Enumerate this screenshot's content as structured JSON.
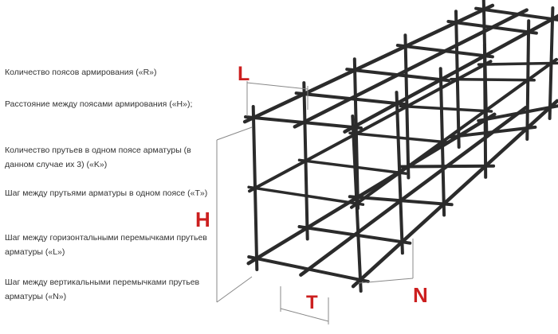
{
  "legend": {
    "items": [
      "Количество поясов армирования («R»)",
      "Расстояние между поясами армирования («H»);",
      "Количество прутьев в одном поясе арматуры (в данном случае их 3) («K»)",
      "Шаг между прутьями арматуры в одном поясе («T»)",
      "Шаг между горизонтальными перемычками прутьев арматуры («L»)",
      "Шаг между вертикальными перемычками прутьев арматуры («N»)"
    ]
  },
  "diagram": {
    "labels": {
      "L": "L",
      "H": "H",
      "T": "T",
      "N": "N"
    },
    "colors": {
      "label_red": "#cc1f1f",
      "rebar": "#2b2b2b",
      "dimension_line": "#888888",
      "text": "#333333"
    }
  }
}
